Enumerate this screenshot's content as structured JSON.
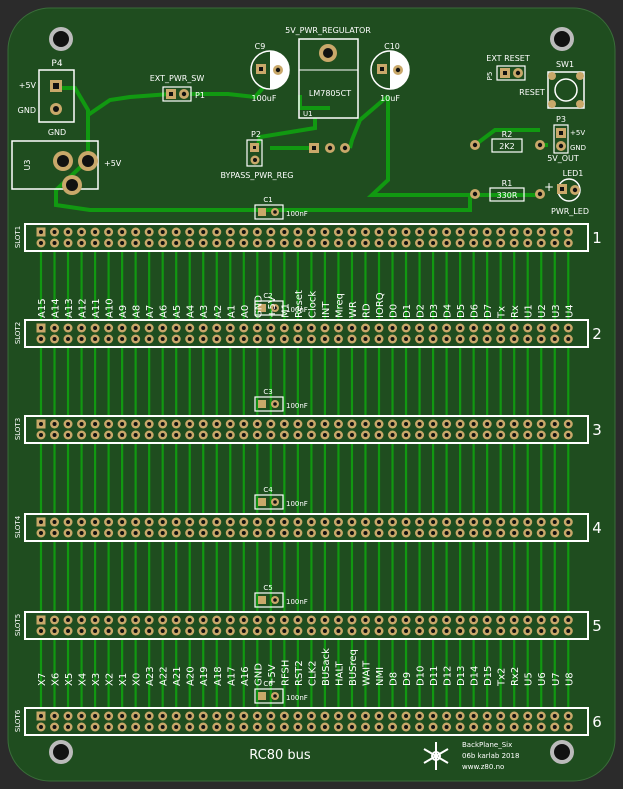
{
  "colors": {
    "board": "#1f4d1f",
    "copper": "#0f7a0f",
    "trace": "#119911",
    "silk": "#ffffff",
    "pad": "#c9a86a",
    "hole": "#111111",
    "frame": "#e8e8e8",
    "bg": "#2b2b2b"
  },
  "board": {
    "bus_label": "RC80 bus",
    "credit": [
      "BackPlane_Six",
      "06b karlab 2018",
      "www.z80.no"
    ],
    "logo_icon": "snowflake-icon"
  },
  "components": {
    "p4": "P4",
    "p4_plus": "+5V",
    "p4_gnd": "GND",
    "p4_under": "GND",
    "u3": "U3",
    "u3_plus": "+5V",
    "ext_pwr_sw": "EXT_PWR_SW",
    "p1": "P1",
    "c9": "C9",
    "c9_val": "100uF",
    "reg": "5V_PWR_REGULATOR",
    "lm": "LM7805CT",
    "u1": "U1",
    "c10": "C10",
    "c10_val": "10uF",
    "p2": "P2",
    "bypass": "BYPASS_PWR_REG",
    "ext_reset": "EXT RESET",
    "p5": "P5",
    "sw1": "SW1",
    "reset": "RESET",
    "p3": "P3",
    "p3_plus": "+5V",
    "p3_gnd": "GND",
    "p3_out": "5V_OUT",
    "r2": "R2",
    "r2_val": "2K2",
    "r1": "R1",
    "r1_val": "330R",
    "led1": "LED1",
    "led_plus": "+",
    "pwr_led": "PWR_LED",
    "caps": [
      "C1",
      "C2",
      "C3",
      "C4",
      "C5",
      "C6"
    ],
    "cap_val": "100nF"
  },
  "slots": {
    "names": [
      "SLOT1",
      "SLOT2",
      "SLOT3",
      "SLOT4",
      "SLOT5",
      "SLOT6"
    ],
    "numbers": [
      "1",
      "2",
      "3",
      "4",
      "5",
      "6"
    ]
  },
  "signals_top": [
    "A15",
    "A14",
    "A13",
    "A12",
    "A11",
    "A10",
    "A9",
    "A8",
    "A7",
    "A6",
    "A5",
    "A4",
    "A3",
    "A2",
    "A1",
    "A0",
    "GND",
    "+5V",
    "M1",
    "Reset",
    "Clock",
    "INT",
    "Mreq",
    "WR",
    "RD",
    "IORQ",
    "D0",
    "D1",
    "D2",
    "D3",
    "D4",
    "D5",
    "D6",
    "D7",
    "Tx",
    "Rx",
    "U1",
    "U2",
    "U3",
    "U4"
  ],
  "signals_bottom": [
    "X7",
    "X6",
    "X5",
    "X4",
    "X3",
    "X2",
    "X1",
    "X0",
    "A23",
    "A22",
    "A21",
    "A20",
    "A19",
    "A18",
    "A17",
    "A16",
    "GND",
    "+5V",
    "RFSH",
    "RST2",
    "CLK2",
    "BUSack",
    "HALT",
    "BUSreq",
    "WAIT",
    "NMI",
    "D8",
    "D9",
    "D10",
    "D11",
    "D12",
    "D13",
    "D14",
    "D15",
    "Tx2",
    "Rx2",
    "U5",
    "U6",
    "U7",
    "U8"
  ]
}
